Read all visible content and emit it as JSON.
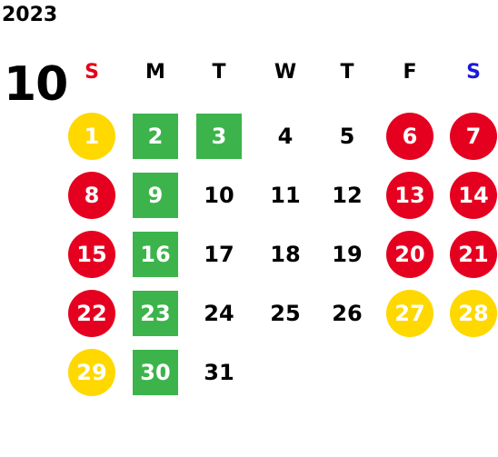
{
  "calendar": {
    "year": "2023",
    "month": "10",
    "weekdays": [
      "S",
      "M",
      "T",
      "W",
      "T",
      "F",
      "S"
    ],
    "first_weekday_index": 0,
    "colors": {
      "text": "#000000",
      "sunday_header": "#e6001a",
      "saturday_header": "#1a1ad6",
      "holiday_red": "#e60020",
      "weekend_yellow": "#ffd800",
      "green": "#3cb44b",
      "on_marker_text": "#ffffff"
    },
    "days": [
      {
        "label": "1",
        "marker": "yellow-circle"
      },
      {
        "label": "2",
        "marker": "green-square"
      },
      {
        "label": "3",
        "marker": "green-square"
      },
      {
        "label": "4",
        "marker": "none"
      },
      {
        "label": "5",
        "marker": "none"
      },
      {
        "label": "6",
        "marker": "red-circle"
      },
      {
        "label": "7",
        "marker": "red-circle"
      },
      {
        "label": "8",
        "marker": "red-circle"
      },
      {
        "label": "9",
        "marker": "green-square"
      },
      {
        "label": "10",
        "marker": "none"
      },
      {
        "label": "11",
        "marker": "none"
      },
      {
        "label": "12",
        "marker": "none"
      },
      {
        "label": "13",
        "marker": "red-circle"
      },
      {
        "label": "14",
        "marker": "red-circle"
      },
      {
        "label": "15",
        "marker": "red-circle"
      },
      {
        "label": "16",
        "marker": "green-square"
      },
      {
        "label": "17",
        "marker": "none"
      },
      {
        "label": "18",
        "marker": "none"
      },
      {
        "label": "19",
        "marker": "none"
      },
      {
        "label": "20",
        "marker": "red-circle"
      },
      {
        "label": "21",
        "marker": "red-circle"
      },
      {
        "label": "22",
        "marker": "red-circle"
      },
      {
        "label": "23",
        "marker": "green-square"
      },
      {
        "label": "24",
        "marker": "none"
      },
      {
        "label": "25",
        "marker": "none"
      },
      {
        "label": "26",
        "marker": "none"
      },
      {
        "label": "27",
        "marker": "yellow-circle"
      },
      {
        "label": "28",
        "marker": "yellow-circle"
      },
      {
        "label": "29",
        "marker": "yellow-circle"
      },
      {
        "label": "30",
        "marker": "green-square"
      },
      {
        "label": "31",
        "marker": "none"
      }
    ]
  }
}
